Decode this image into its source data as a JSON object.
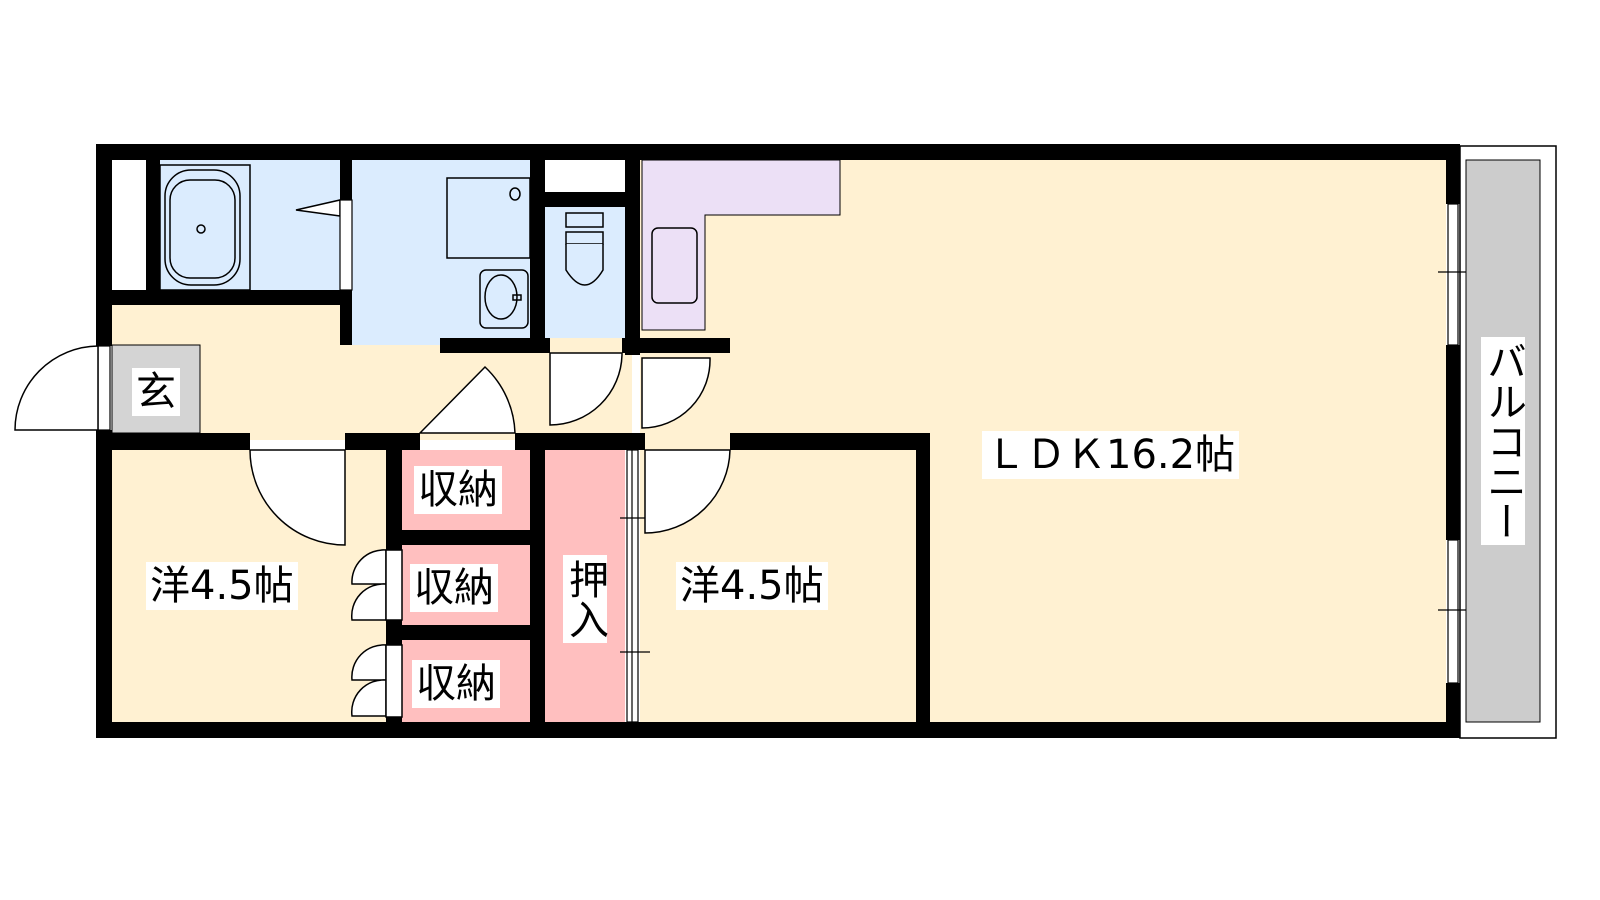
{
  "plan": {
    "rooms": {
      "ldk": "ＬＤＫ16.2帖",
      "western_left": "洋4.5帖",
      "western_right": "洋4.5帖",
      "storage_1": "収納",
      "storage_2": "収納",
      "storage_3": "収納",
      "closet": "押入",
      "entrance": "玄",
      "balcony": "バルコニー"
    },
    "colors": {
      "wall": "#000000",
      "living": "#fff1d2",
      "wet_area": "#dbecfe",
      "kitchen": "#ece0f6",
      "storage": "#ffbfbf",
      "entrance": "#d4d4d4",
      "balcony": "#cccccc"
    }
  }
}
